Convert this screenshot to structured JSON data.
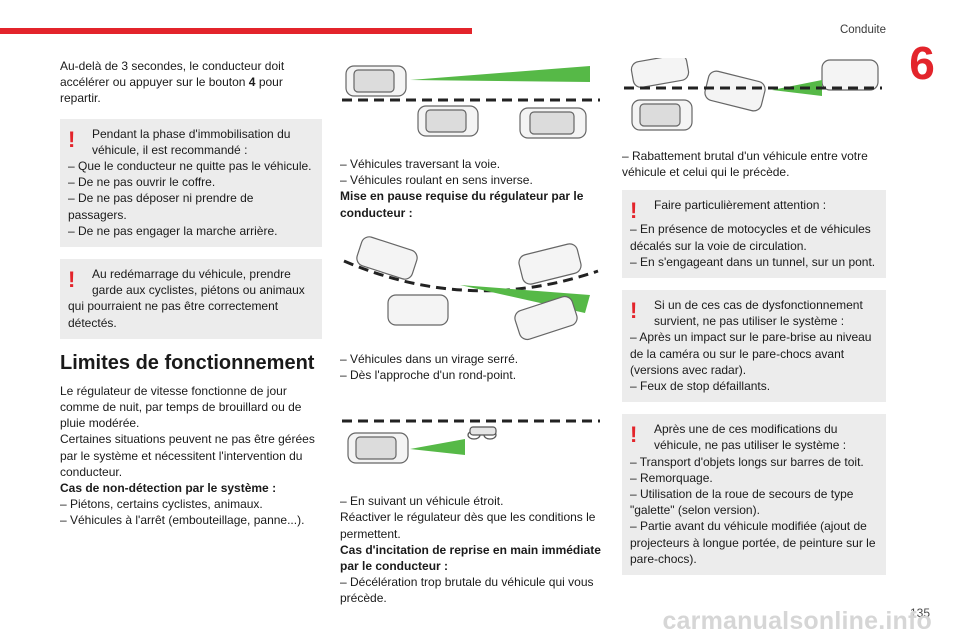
{
  "header": {
    "section": "Conduite",
    "chapter": "6",
    "page": "135",
    "accent_color": "#e3242b"
  },
  "watermark": "carmanualsonline.info",
  "col1": {
    "intro": [
      "Au-delà de 3 secondes, le conducteur doit",
      "accélérer ou appuyer sur le bouton ",
      "4",
      " pour",
      "repartir."
    ],
    "note1": {
      "first": "Pendant la phase d'immobilisation du véhicule, il est recommandé :",
      "lines": [
        "– Que le conducteur ne quitte pas le véhicule.",
        "– De ne pas ouvrir le coffre.",
        "– De ne pas déposer ni prendre de passagers.",
        "– De ne pas engager la marche arrière."
      ]
    },
    "note2": {
      "first": "Au redémarrage du véhicule, prendre garde aux cyclistes, piétons ou animaux",
      "lines": [
        "qui pourraient ne pas être correctement détectés."
      ]
    },
    "heading": "Limites de fonctionnement",
    "body": [
      "Le régulateur de vitesse fonctionne de jour comme de nuit, par temps de brouillard ou de pluie modérée.",
      "Certaines situations peuvent ne pas être gérées par le système et nécessitent l'intervention du conducteur."
    ],
    "sub_heading": "Cas de non-détection par le système :",
    "sub_lines": [
      "– Piétons, certains cyclistes, animaux.",
      "– Véhicules à l'arrêt (embouteillage, panne...)."
    ]
  },
  "col2": {
    "fig1_caption": [
      "– Véhicules traversant la voie.",
      "– Véhicules roulant en sens inverse."
    ],
    "heading1": "Mise en pause requise du régulateur par le conducteur :",
    "fig2_caption": [
      "– Véhicules dans un virage serré.",
      "– Dès l'approche d'un rond-point."
    ],
    "fig3_caption": [
      "– En suivant un véhicule étroit."
    ],
    "reactivate": "Réactiver le régulateur dès que les conditions le permettent.",
    "heading2": "Cas d'incitation de reprise en main immédiate par le conducteur :",
    "last": "– Décélération trop brutale du véhicule qui vous précède."
  },
  "col3": {
    "fig4_caption": "– Rabattement brutal d'un véhicule entre votre véhicule et celui qui le précède.",
    "note1": {
      "first": "Faire particulièrement attention :",
      "lines": [
        "– En présence de motocycles et de véhicules décalés sur la voie de circulation.",
        "– En s'engageant dans un tunnel, sur un pont."
      ]
    },
    "note2": {
      "first": "Si un de ces cas de dysfonctionnement survient, ne pas utiliser le système :",
      "lines": [
        "– Après un impact sur le pare-brise au niveau de la caméra ou sur le pare-chocs avant (versions avec radar).",
        "– Feux de stop défaillants."
      ]
    },
    "note3": {
      "first": "Après une de ces modifications du véhicule, ne pas utiliser le système :",
      "lines": [
        "– Transport d'objets longs sur barres de toit.",
        "– Remorquage.",
        "– Utilisation de la roue de secours de type \"galette\" (selon version).",
        "– Partie avant du véhicule modifiée (ajout de projecteurs à longue portée, de peinture sur le pare-chocs)."
      ]
    }
  }
}
